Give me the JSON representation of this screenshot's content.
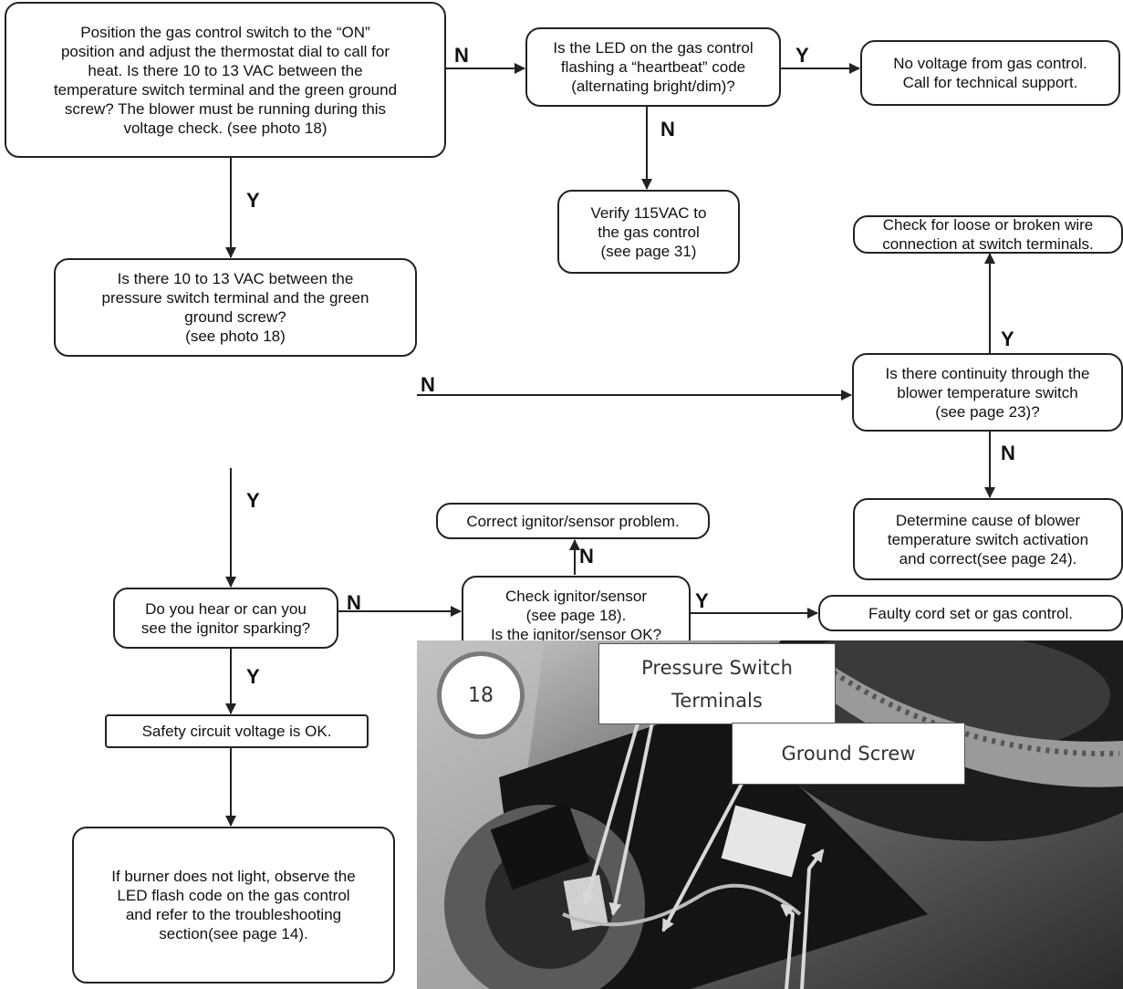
{
  "nodes": {
    "start": "Position the gas control switch to the “ON”\nposition and adjust the thermostat dial to call for\nheat.  Is there 10 to 13 VAC between the\ntemperature switch terminal and the green ground\nscrew?  The blower must be running during this\nvoltage check. (see photo 18)",
    "led": "Is the LED on the gas control\nflashing a “heartbeat” code\n(alternating bright/dim)?",
    "no_voltage": "No voltage from gas control.\nCall for technical support.",
    "verify_115": "Verify 115VAC to\nthe  gas control\n(see page 31)",
    "loose_wire": "Check for loose or broken wire\nconnection at switch terminals.",
    "pressure": "Is there 10 to 13 VAC between the\npressure switch terminal and the green\nground screw?\n(see photo 18)",
    "continuity": "Is there continuity through the\nblower temperature switch\n(see page 23)?",
    "determine": "Determine cause of blower\ntemperature switch activation\nand correct(see page 24).",
    "correct_ignitor": "Correct ignitor/sensor problem.",
    "spark": "Do you hear or can you\nsee the ignitor sparking?",
    "check_ignitor": "Check ignitor/sensor\n(see page 18).\nIs the ignitor/sensor OK?",
    "faulty": "Faulty cord set or gas control.",
    "safety_ok": "Safety circuit voltage is OK.",
    "burner": "If burner does not light, observe the\nLED flash code on the gas control\nand refer to the troubleshooting\nsection(see page 14)."
  },
  "labels": {
    "start_to_led": "N",
    "led_to_novoltage": "Y",
    "led_to_verify": "N",
    "start_to_pressure": "Y",
    "pressure_to_continuity": "N",
    "continuity_to_loose": "Y",
    "continuity_to_determine": "N",
    "pressure_to_spark": "Y",
    "spark_to_check": "N",
    "check_to_correct": "N",
    "check_to_faulty": "Y",
    "spark_to_safety": "Y"
  },
  "photo": {
    "number": "18",
    "callout_pressure": "Pressure Switch\nTerminals",
    "callout_ground": "Ground Screw"
  },
  "colors": {
    "line": "#222222",
    "photo_arrow": "#d8d8d8"
  }
}
